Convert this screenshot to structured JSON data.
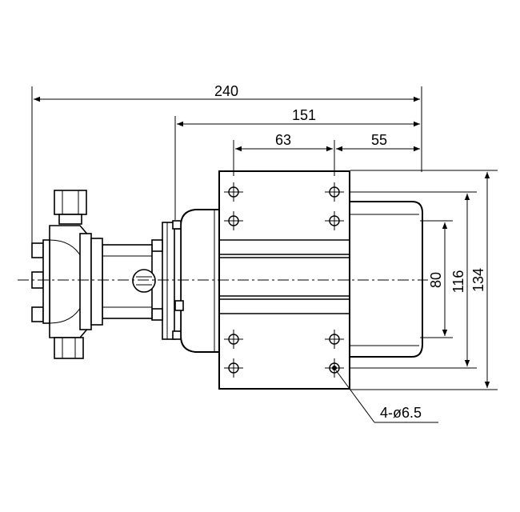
{
  "dimensions": {
    "overall_length": "240",
    "motor_to_pump_flange": "151",
    "foot_hole_spacing": "63",
    "hole_to_motor_end": "55",
    "inner_height": "80",
    "foot_hole_height": "116",
    "overall_height": "134",
    "hole_callout": "4-ø6.5"
  }
}
